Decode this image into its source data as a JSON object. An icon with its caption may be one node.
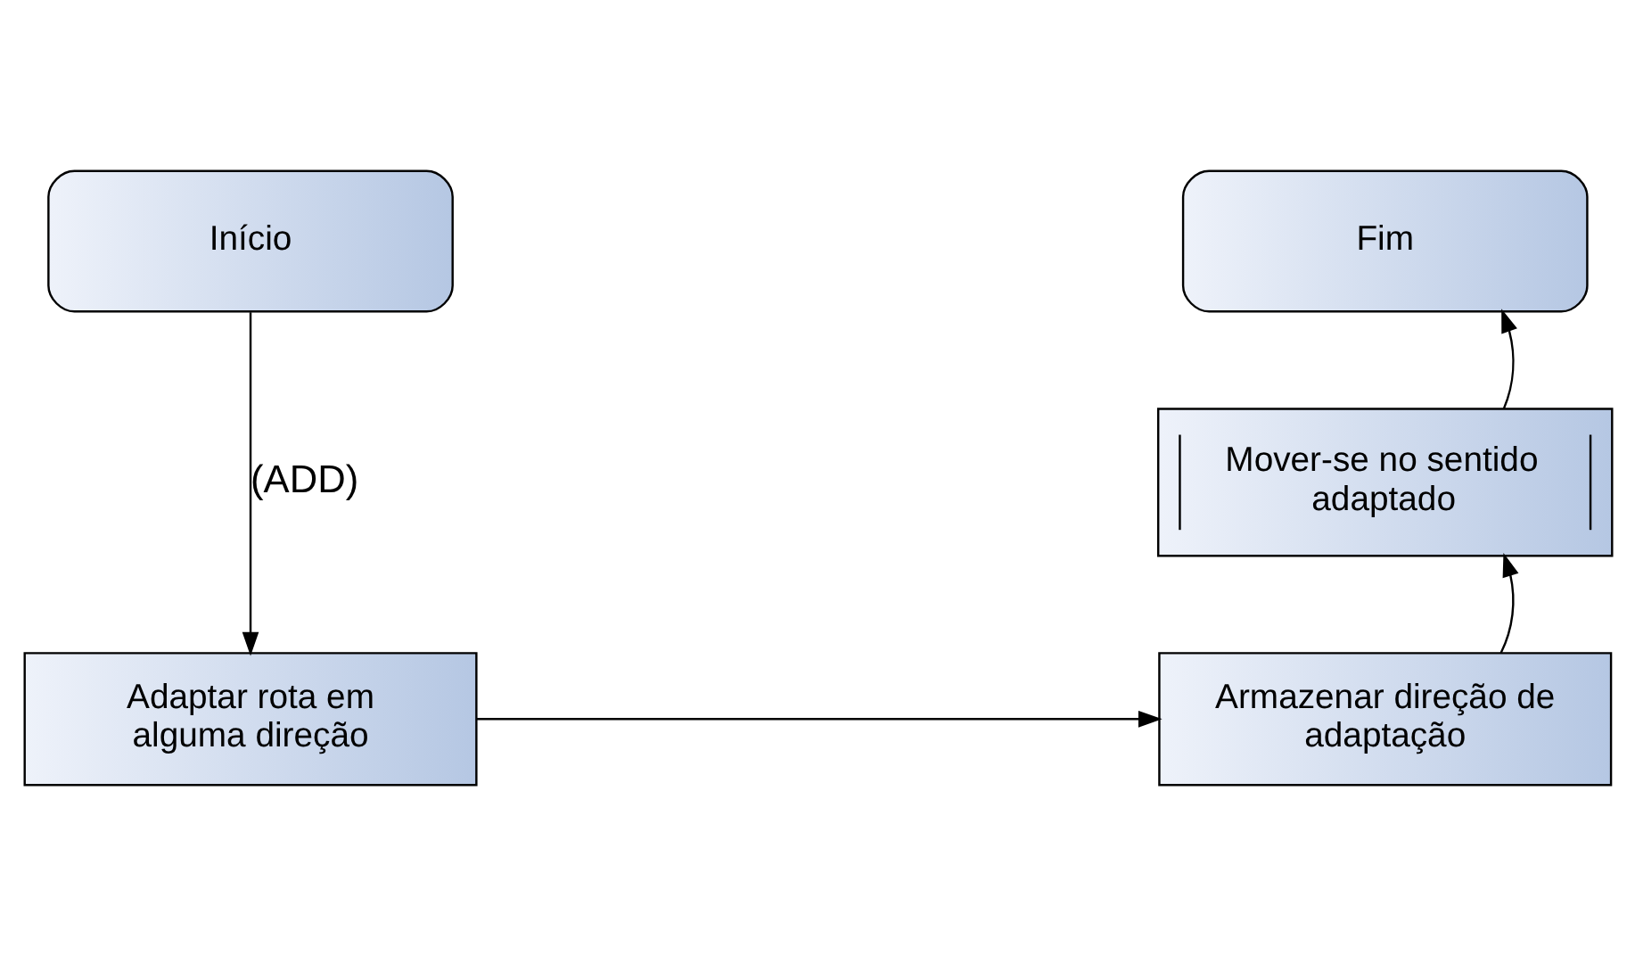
{
  "diagram": {
    "nodes": [
      {
        "text": [
          "Início"
        ]
      },
      {
        "text": [
          "Fim"
        ]
      },
      {
        "text": [
          "Mover-se no sentido adaptado"
        ]
      },
      {
        "text": [
          "Adaptar rota em alguma direção"
        ]
      },
      {
        "text": [
          "Armazenar direção de adaptação"
        ]
      }
    ],
    "edges": [
      {
        "from": 0,
        "to": 3,
        "arrow": "to",
        "label": "(ADD)"
      },
      {
        "from": 3,
        "to": 4,
        "arrow": "to"
      },
      {
        "from": 4,
        "to": 2,
        "arrow": "to"
      },
      {
        "from": 2,
        "to": 1,
        "arrow": "to"
      }
    ]
  }
}
